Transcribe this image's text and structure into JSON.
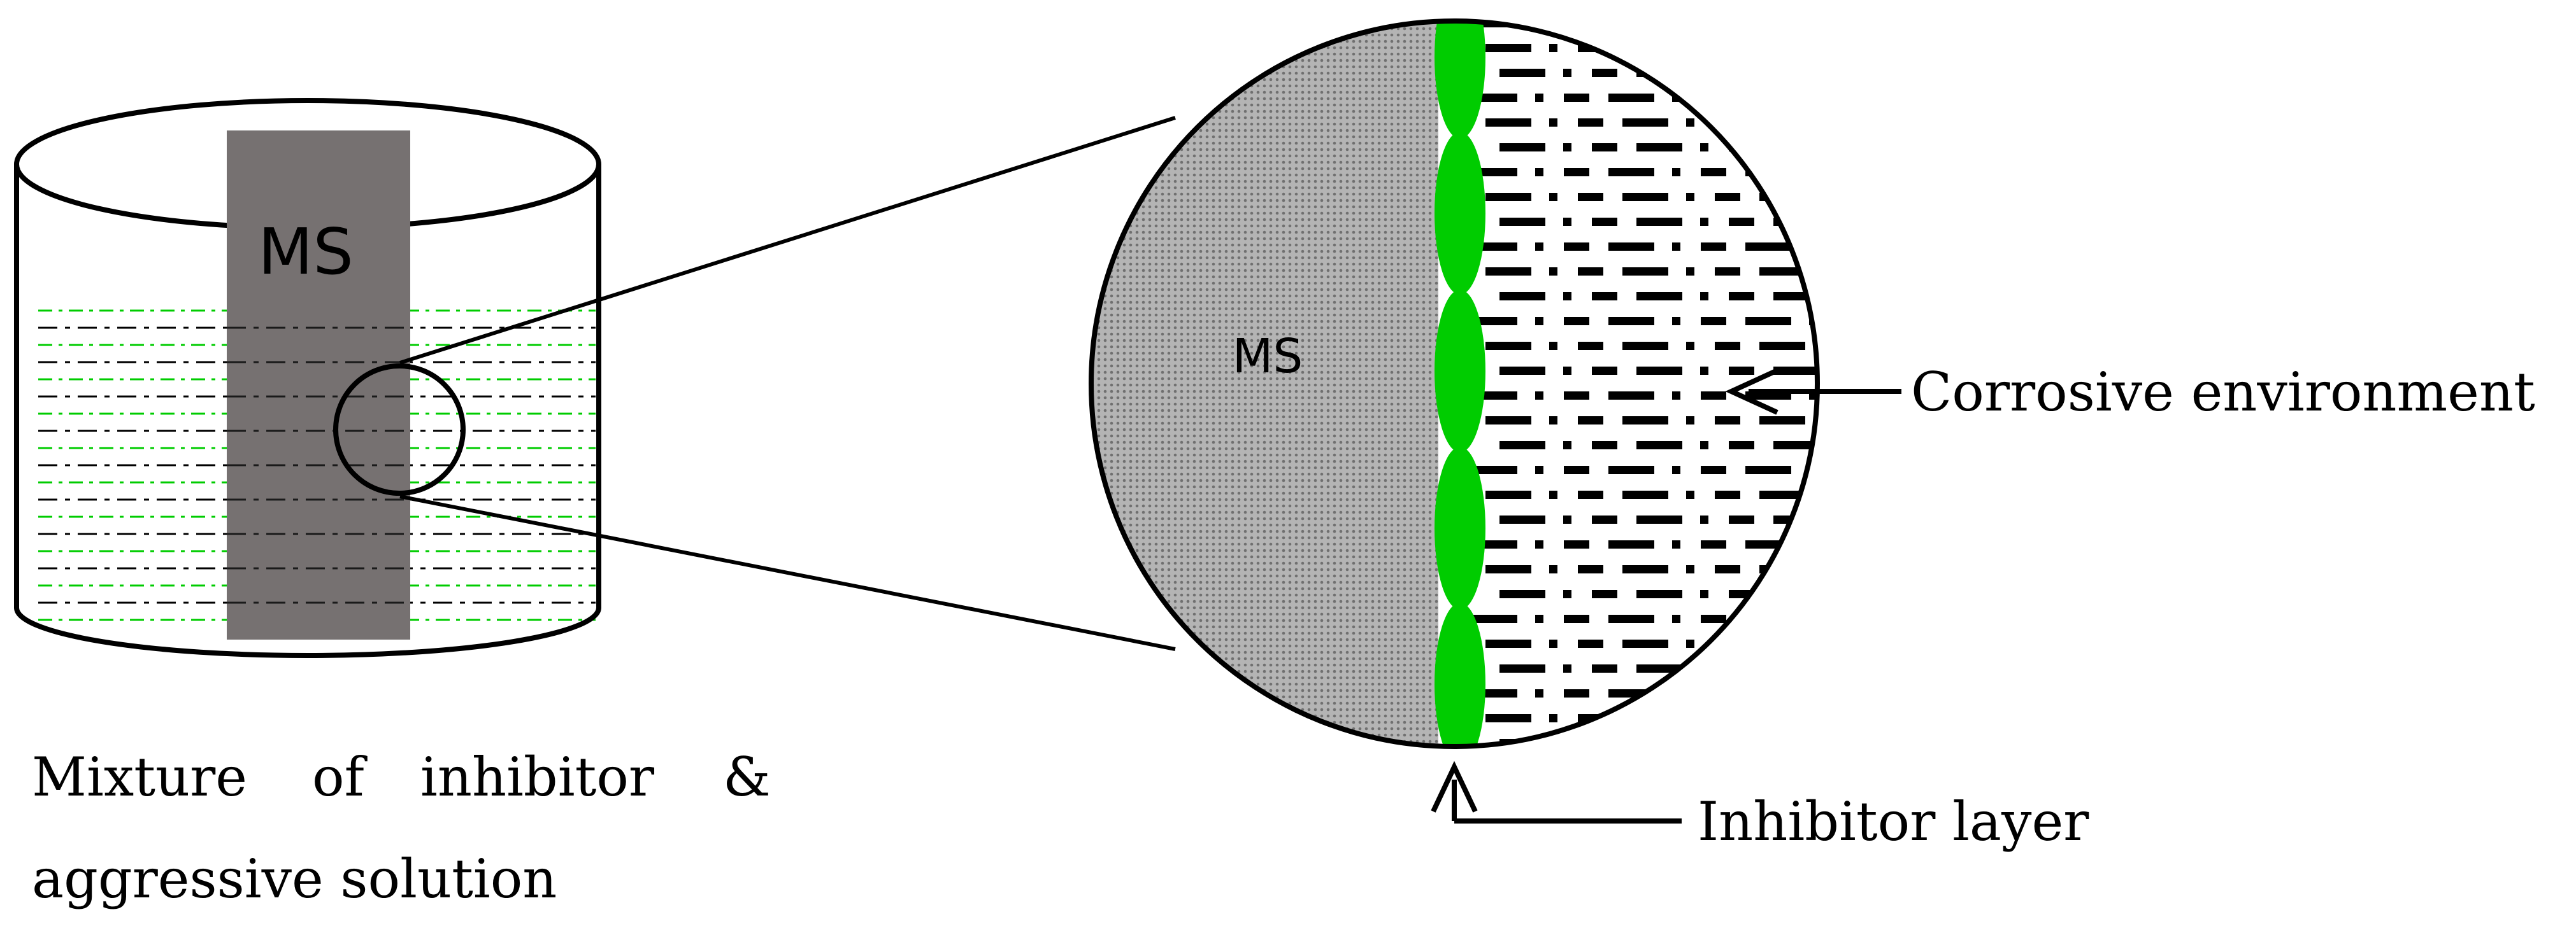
{
  "labels": {
    "beaker_specimen": "MS",
    "zoom_specimen": "MS",
    "corrosive_environment": "Corrosive environment",
    "inhibitor_layer": "Inhibitor layer",
    "mixture_caption_words": [
      "Mixture",
      "of",
      "inhibitor",
      "&"
    ],
    "mixture_caption_line2": "aggressive solution"
  },
  "colors": {
    "inhibitor_green": "#00cc00",
    "specimen_gray": "#767171",
    "zoom_specimen_gray": "#a8a8a8",
    "outline": "#000000"
  },
  "icons": [
    "arrow-left-icon",
    "arrow-up-icon"
  ]
}
